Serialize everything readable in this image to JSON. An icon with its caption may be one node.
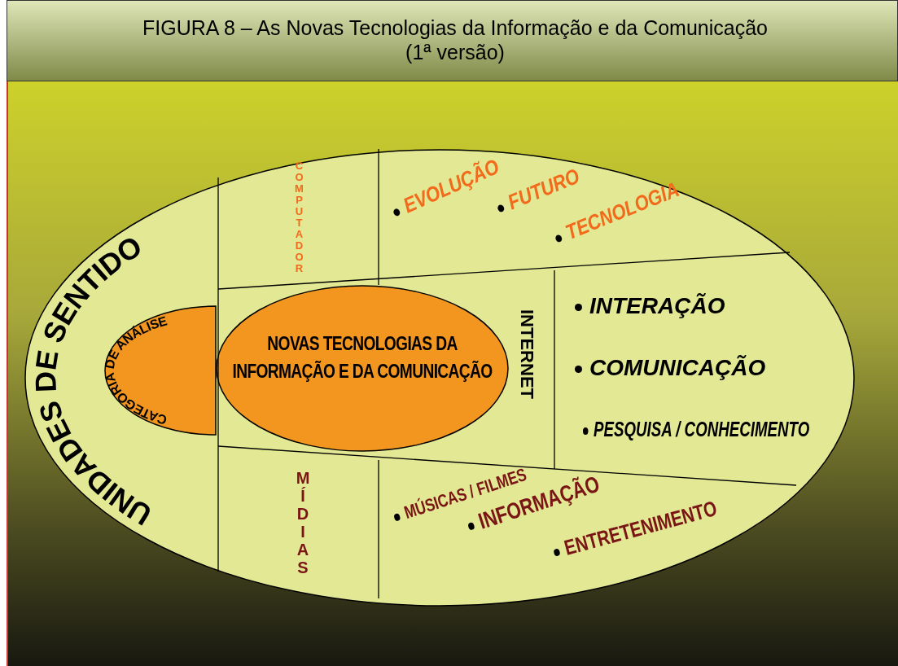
{
  "diagram": {
    "title": "FIGURA 8 – As Novas Tecnologias da Informação e da Comunicação (1ª versão)",
    "nodes": [
      {
        "text": [
          "UNIDADES DE SENTIDO"
        ]
      },
      {
        "text": [
          "CATEGORIA DE ANÁLISE"
        ],
        "in": 0
      },
      {
        "text": [
          "NOVAS TECNOLOGIAS DA INFORMAÇÃO E DA COMUNICAÇÃO"
        ],
        "in": 0
      }
    ],
    "labels": [
      "COMPUTADOR",
      "EVOLUÇÃO",
      "FUTURO",
      "TECNOLOGIA",
      "INTERNET",
      "INTERAÇÃO",
      "COMUNICAÇÃO",
      "PESQUISA / CONHECIMENTO",
      "MÍDIAS",
      "MÚSICAS / FILMES",
      "INFORMAÇÃO",
      "ENTRETENIMENTO"
    ]
  }
}
